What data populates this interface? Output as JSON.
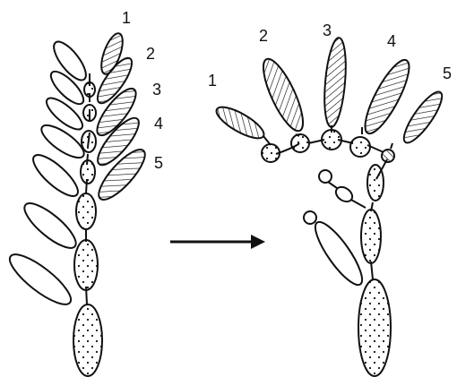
{
  "labels": {
    "left": [
      "1",
      "2",
      "3",
      "4",
      "5"
    ],
    "right": [
      "1",
      "2",
      "3",
      "4",
      "5"
    ]
  },
  "colors": {
    "ink": "#111111",
    "background": "#ffffff"
  }
}
